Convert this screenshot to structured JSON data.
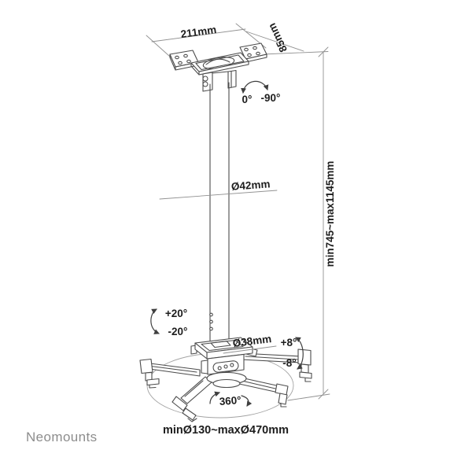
{
  "brand": {
    "logo_text": "Neomounts"
  },
  "diagram": {
    "labels": {
      "plate_width": "211mm",
      "plate_depth": "85mm",
      "pivot_zero": "0°",
      "pivot_max": "-90°",
      "pole_diameter": "Ø42mm",
      "height_range": "min745~max1145mm",
      "tilt_up": "+20°",
      "tilt_down": "-20°",
      "head_diameter": "Ø38mm",
      "swivel_up": "+8°",
      "swivel_down": "-8°",
      "rotation": "360°",
      "arm_spread_range": "minØ130~maxØ470mm"
    },
    "colors": {
      "line": "#4c4c4c",
      "dimension_line": "#919191",
      "guide_ellipse": "#a3a3a3",
      "text": "#1d1d1d",
      "brand": "#8d8d8d",
      "background": "#ffffff"
    }
  }
}
